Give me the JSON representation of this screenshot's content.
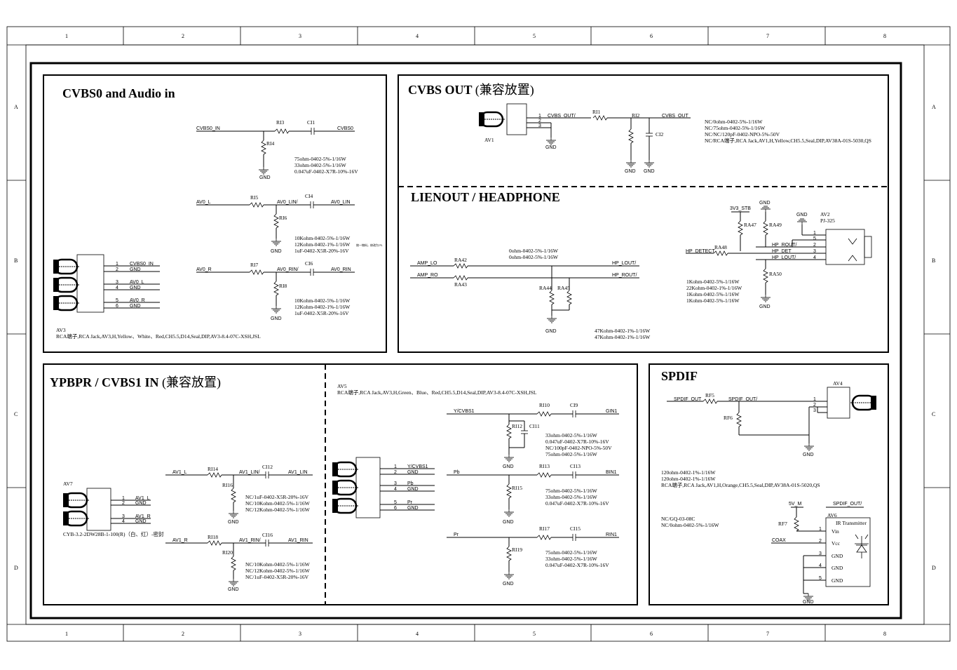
{
  "frame": {
    "col_labels": [
      "1",
      "2",
      "3",
      "4",
      "5",
      "6",
      "7",
      "8"
    ],
    "row_labels": [
      "A",
      "B",
      "C",
      "D"
    ]
  },
  "cvbs0": {
    "title": "CVBS0 and Audio in",
    "nets": {
      "cvbs0_in": "CVBS0_IN",
      "cvbs0": "CVBS0",
      "av0_l": "AV0_L",
      "av0_lin_s": "AV0_LIN/",
      "av0_lin": "AV0_LIN",
      "av0_r": "AV0_R",
      "av0_rin_s": "AV0_RIN/",
      "av0_rin": "AV0_RIN",
      "gnd": "GND"
    },
    "refs": {
      "r13": "RI3",
      "c11": "CI1",
      "r14": "RI4",
      "r15": "RI5",
      "c14": "CI4",
      "r16": "RI6",
      "r17": "RI7",
      "c16": "CI6",
      "r18": "RI8"
    },
    "notes1": [
      "75ohm-0402-5%-1/16W",
      "33ohm-0402-5%-1/16W",
      "0.047uF-0402-X7R-10%-16V"
    ],
    "notes2": [
      "10Kohm-0402-5%-1/16W",
      "12Kohm-0402-1%-1/16W",
      "1uF-0402-X5R-20%-16V"
    ],
    "notes2_side": "统一物料，修改为1%",
    "notes3": [
      "10Kohm-0402-5%-1/16W",
      "12Kohm-0402-1%-1/16W",
      "1uF-0402-X5R-20%-16V"
    ],
    "jack_pins": [
      {
        "num": "1",
        "net": "CVBS0_IN"
      },
      {
        "num": "2",
        "net": "GND"
      },
      {
        "num": "3",
        "net": "AV0_L"
      },
      {
        "num": "4",
        "net": "GND"
      },
      {
        "num": "5",
        "net": "AV0_R"
      },
      {
        "num": "6",
        "net": "GND"
      }
    ],
    "jack_ref": "AV3",
    "jack_desc": "RCA端子,RCA Jack,AV3,H,Yellow、White、Red,CH5.5,D14,Seal,DIP,AV3-8.4-07C-XSH,JSL"
  },
  "cvbs_out": {
    "title_en": "CVBS OUT ",
    "title_cn": "(兼容放置)",
    "nets": {
      "cvbs_out_s": "CVBS_OUT/",
      "cvbs_out": "CVBS_OUT",
      "gnd": "GND"
    },
    "refs": {
      "av1": "AV1",
      "r11": "RI1",
      "r12": "RI2",
      "c12": "CI2"
    },
    "pins": [
      "1",
      "2",
      "3"
    ],
    "notes": [
      "NC/0ohm-0402-5%-1/16W",
      "NC/75ohm-0402-5%-1/16W",
      "NC/NC/120pF-0402-NPO-5%-50V",
      "NC/RCA端子,RCA Jack,AV1,H,Yellow,CH5.5,Seal,DIP,AV38A-01S-5030,QS"
    ]
  },
  "lineout": {
    "title": "LIENOUT / HEADPHONE",
    "nets": {
      "amp_lo": "AMP_LO",
      "amp_ro": "AMP_RO",
      "hp_lout_s": "HP_LOUT/",
      "hp_rout_s": "HP_ROUT/",
      "hp_detect": "HP_DETECT",
      "hp_det": "HP_DET",
      "v3": "3V3_STB",
      "gnd": "GND"
    },
    "refs": {
      "ra42": "RA42",
      "ra43": "RA43",
      "ra44": "RA44",
      "ra45": "RA45",
      "ra47": "RA47",
      "ra48": "RA48",
      "ra49": "RA49",
      "ra50": "RA50",
      "av2": "AV2",
      "pj": "PJ-325"
    },
    "notes1": [
      "0ohm-0402-5%-1/16W",
      "0ohm-0402-5%-1/16W"
    ],
    "notes2": [
      "47Kohm-0402-1%-1/16W",
      "47Kohm-0402-1%-1/16W"
    ],
    "notes3": [
      "1Kohm-0402-5%-1/16W",
      "22Kohm-0402-1%-1/16W",
      "1Kohm-0402-5%-1/16W",
      "1Kohm-0402-5%-1/16W"
    ],
    "jack_pins": [
      "1",
      "5",
      "2",
      "3",
      "4"
    ]
  },
  "ypbpr": {
    "title_en": "YPBPR / CVBS1 IN ",
    "title_cn": "(兼容放置)",
    "nets": {
      "av1_l": "AV1_L",
      "av1_lin_s": "AV1_LIN/",
      "av1_lin": "AV1_LIN",
      "av1_r": "AV1_R",
      "av1_rin_s": "AV1_RIN/",
      "av1_rin": "AV1_RIN",
      "ycvbs1": "Y/CVBS1",
      "gin1": "GIN1",
      "pb": "Pb",
      "bin1": "BIN1",
      "pr": "Pr",
      "rin1": "RIN1",
      "gnd": "GND"
    },
    "refs": {
      "av7": "AV7",
      "r114": "RI14",
      "c112": "CI12",
      "r116": "RI16",
      "r118": "RI18",
      "c116": "CI16",
      "r120": "RI20",
      "av5": "AV5",
      "r110": "RI10",
      "c19": "CI9",
      "r112": "RI12",
      "c111": "CI11",
      "r113": "RI13",
      "c113": "CI13",
      "r115": "RI15",
      "r117": "RI17",
      "c115": "CI15",
      "r119": "RI19"
    },
    "av7_pins": [
      {
        "num": "1",
        "net": "AV1_L"
      },
      {
        "num": "2",
        "net": "GND"
      },
      {
        "num": "3",
        "net": "AV1_R"
      },
      {
        "num": "4",
        "net": "GND"
      }
    ],
    "av7_desc": "CYB-3.2-2DW28B-1-100(R)（白、红）-密封",
    "notes_l": [
      "NC/1uF-0402-X5R-20%-16V",
      "NC/10Kohm-0402-5%-1/16W",
      "NC/12Kohm-0402-5%-1/16W"
    ],
    "notes_r": [
      "NC/10Kohm-0402-5%-1/16W",
      "NC/12Kohm-0402-5%-1/16W",
      "NC/1uF-0402-X5R-20%-16V"
    ],
    "av5_desc": "RCA端子,RCA Jack,AV3,H,Green、Blue、Red,CH5.5,D14,Seal,DIP,AV3-8.4-07C-XSH,JSL",
    "av5_pins": [
      {
        "num": "1",
        "net": "Y/CVBS1"
      },
      {
        "num": "2",
        "net": "GND"
      },
      {
        "num": "3",
        "net": "Pb"
      },
      {
        "num": "4",
        "net": "GND"
      },
      {
        "num": "5",
        "net": "Pr"
      },
      {
        "num": "6",
        "net": "GND"
      }
    ],
    "notes_y": [
      "33ohm-0402-5%-1/16W",
      "0.047uF-0402-X7R-10%-16V",
      "NC/100pF-0402-NPO-5%-50V",
      "75ohm-0402-5%-1/16W"
    ],
    "notes_pb": [
      "75ohm-0402-5%-1/16W",
      "33ohm-0402-5%-1/16W",
      "0.047uF-0402-X7R-10%-16V"
    ],
    "notes_pr": [
      "75ohm-0402-5%-1/16W",
      "33ohm-0402-5%-1/16W",
      "0.047uF-0402-X7R-10%-16V"
    ]
  },
  "spdif": {
    "title": "SPDIF",
    "nets": {
      "spdif_out": "SPDIF_OUT",
      "spdif_out_s": "SPDIF_OUT/",
      "v5": "5V_M",
      "coax": "COAX",
      "gnd": "GND"
    },
    "refs": {
      "av4": "AV4",
      "rf5": "RF5",
      "rf6": "RF6",
      "rf7": "RF7",
      "av6": "AV6"
    },
    "av4_pins": [
      "1",
      "2",
      "3"
    ],
    "notes1": [
      "120ohm-0402-1%-1/16W",
      "120ohm-0402-1%-1/16W",
      "RCA端子,RCA Jack,AV1,H,Orange,CH5.5,Seal,DIP,AV38A-01S-5020,QS"
    ],
    "notes2": [
      "NC/GQ-03-08C",
      "NC/0ohm-0402-5%-1/16W"
    ],
    "ir_title": "IR Transmitter",
    "ir_pins": [
      {
        "num": "1",
        "name": "Vin"
      },
      {
        "num": "2",
        "name": "Vcc"
      },
      {
        "num": "3",
        "name": "GND"
      },
      {
        "num": "4",
        "name": "GND"
      },
      {
        "num": "5",
        "name": "GND"
      }
    ]
  }
}
